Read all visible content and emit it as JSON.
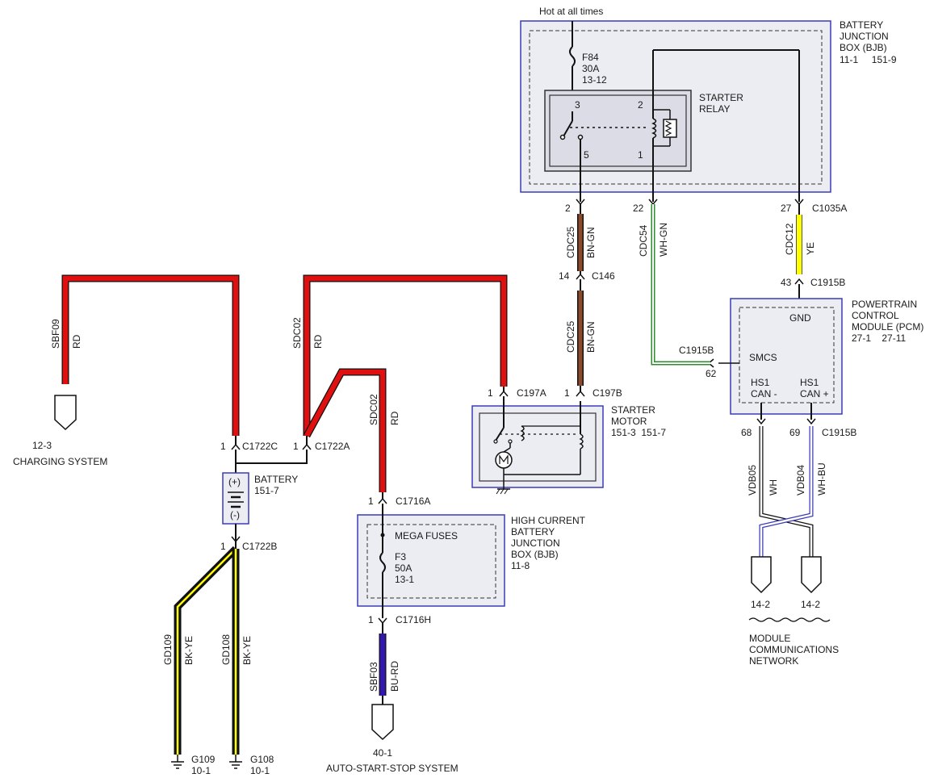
{
  "hot_label": "Hot at all times",
  "colors": {
    "rd": "#e01010",
    "ye": "#ffff00",
    "bn_gn": "#8b4a2b",
    "wh_gn": "#2e8b2e",
    "bu_rd": "#3318b0",
    "box_border": "#3b3bb8",
    "box_fill": "#ececf3"
  },
  "bjb": {
    "title": [
      "BATTERY",
      "JUNCTION",
      "BOX (BJB)"
    ],
    "ref": "11-1     151-9",
    "fuse": [
      "F84",
      "30A",
      "13-12"
    ]
  },
  "relay": {
    "title": [
      "STARTER",
      "RELAY"
    ],
    "pins": [
      "3",
      "2",
      "5",
      "1"
    ]
  },
  "starter_motor": {
    "title": [
      "STARTER",
      "MOTOR"
    ],
    "ref": "151-3  151-7"
  },
  "pcm": {
    "title": [
      "POWERTRAIN",
      "CONTROL",
      "MODULE (PCM)"
    ],
    "ref": "27-1    27-11",
    "gnd": "GND",
    "smcs": "SMCS",
    "hs1_minus": [
      "HS1",
      "CAN -"
    ],
    "hs1_plus": [
      "HS1",
      "CAN +"
    ]
  },
  "hcbjb": {
    "title": [
      "HIGH CURRENT",
      "BATTERY",
      "JUNCTION",
      "BOX (BJB)"
    ],
    "ref": "11-8",
    "mega": "MEGA FUSES",
    "fuse": [
      "F3",
      "50A",
      "13-1"
    ]
  },
  "battery": {
    "title": "BATTERY",
    "ref": "151-7",
    "plus": "(+)",
    "minus": "(-)"
  },
  "connectors": [
    {
      "pin": "2",
      "name": ""
    },
    {
      "pin": "22",
      "name": ""
    },
    {
      "pin": "27",
      "name": "C1035A"
    },
    {
      "pin": "14",
      "name": "C146"
    },
    {
      "pin": "43",
      "name": "C1915B"
    },
    {
      "pin": "1",
      "name": "C197A"
    },
    {
      "pin": "1",
      "name": "C197B"
    },
    {
      "pin": "1",
      "name": "C1722C"
    },
    {
      "pin": "1",
      "name": "C1722A"
    },
    {
      "pin": "1",
      "name": "C1716A"
    },
    {
      "pin": "1",
      "name": "C1722B"
    },
    {
      "pin": "1",
      "name": "C1716H"
    },
    {
      "pin": "62",
      "name": "C1915B"
    },
    {
      "pin": "68",
      "name": ""
    },
    {
      "pin": "69",
      "name": "C1915B"
    }
  ],
  "wires": [
    {
      "circuit": "CDC25",
      "color": "BN-GN"
    },
    {
      "circuit": "CDC54",
      "color": "WH-GN"
    },
    {
      "circuit": "CDC12",
      "color": "YE"
    },
    {
      "circuit": "CDC25",
      "color": "BN-GN"
    },
    {
      "circuit": "SBF09",
      "color": "RD"
    },
    {
      "circuit": "SDC02",
      "color": "RD"
    },
    {
      "circuit": "SDC02",
      "color": "RD"
    },
    {
      "circuit": "SBF03",
      "color": "BU-RD"
    },
    {
      "circuit": "GD109",
      "color": "BK-YE"
    },
    {
      "circuit": "GD108",
      "color": "BK-YE"
    },
    {
      "circuit": "VDB05",
      "color": "WH"
    },
    {
      "circuit": "VDB04",
      "color": "WH-BU"
    }
  ],
  "destinations": {
    "charging": {
      "ref": "12-3",
      "label": "CHARGING SYSTEM"
    },
    "autostart": {
      "ref": "40-1",
      "label": "AUTO-START-STOP SYSTEM"
    },
    "mcn_left": "14-2",
    "mcn_right": "14-2",
    "mcn_label": [
      "MODULE",
      "COMMUNICATIONS",
      "NETWORK"
    ]
  },
  "grounds": [
    {
      "name": "G109",
      "ref": "10-1"
    },
    {
      "name": "G108",
      "ref": "10-1"
    }
  ]
}
